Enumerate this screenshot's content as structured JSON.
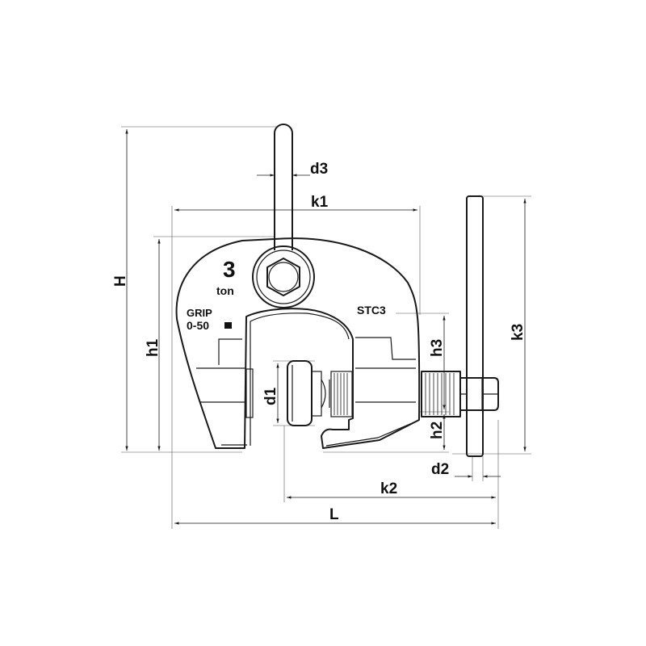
{
  "dimensions": {
    "H": "H",
    "h1": "h1",
    "k1": "k1",
    "d3": "d3",
    "k3": "k3",
    "h3": "h3",
    "h2": "h2",
    "d1": "d1",
    "d2": "d2",
    "k2": "k2",
    "L": "L"
  },
  "markings": {
    "capacity_number": "3",
    "capacity_unit": "ton",
    "grip_label": "GRIP",
    "grip_range": "0-50",
    "grip_unit_icon": "mm-square",
    "model": "STC3"
  },
  "colors": {
    "line": "#1a1a1a",
    "background": "#ffffff"
  }
}
